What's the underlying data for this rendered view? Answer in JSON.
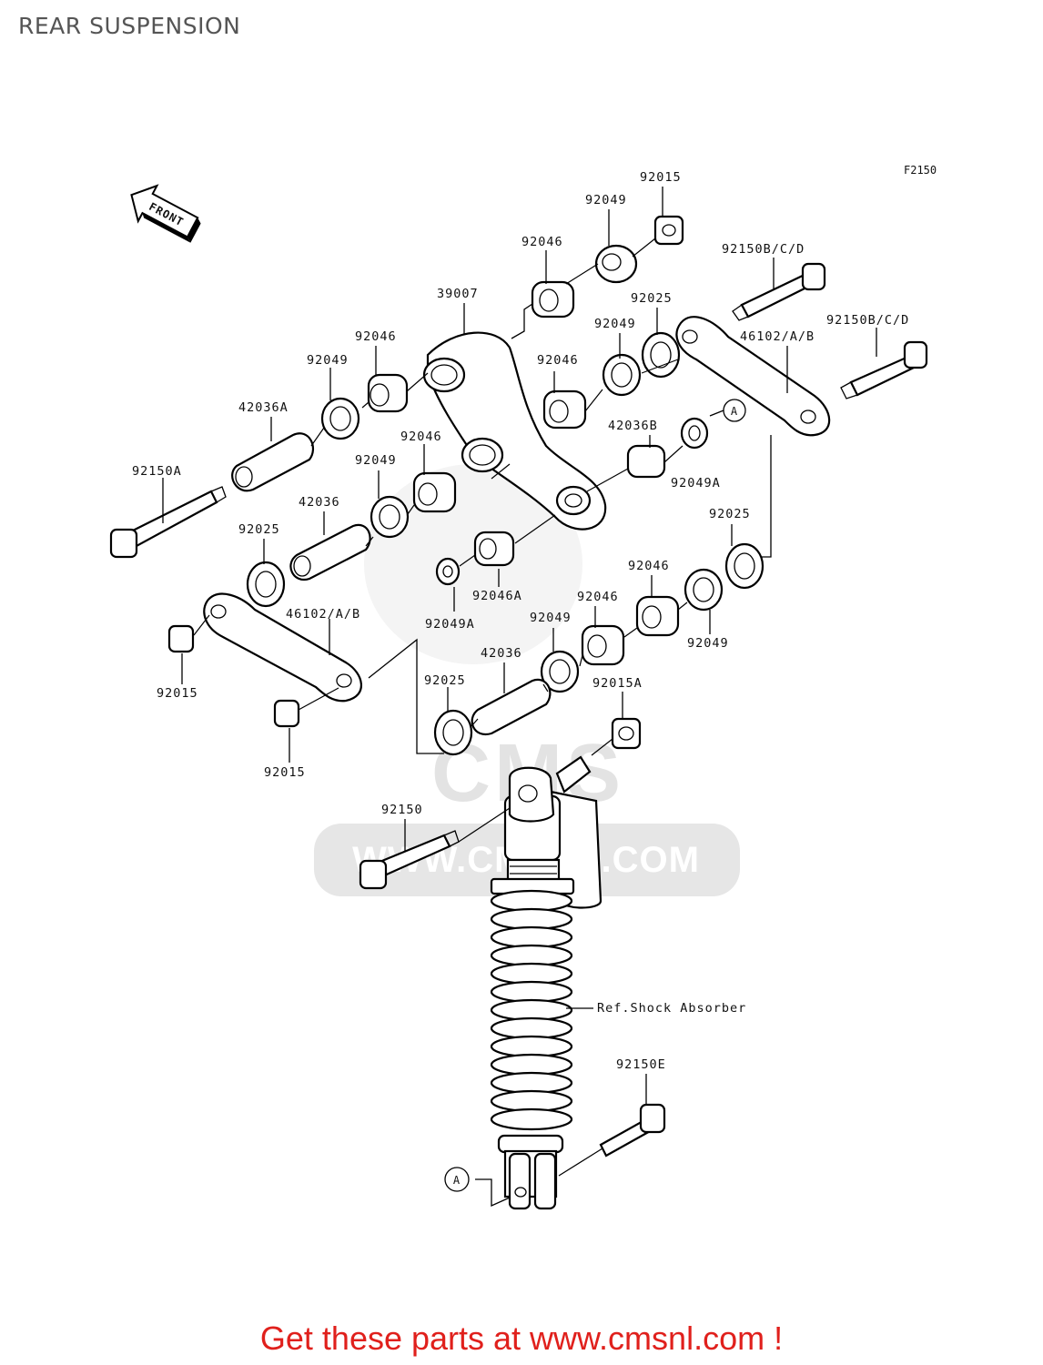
{
  "page": {
    "title": "REAR SUSPENSION",
    "figure_code": "F2150",
    "front_label": "FRONT",
    "watermark": "WWW.CMSNL.COM",
    "watermark_logo": "CMS",
    "promo_text": "Get these parts at www.cmsnl.com !"
  },
  "parts": {
    "p92015_top": "92015",
    "p92049_top": "92049",
    "p92046_top": "92046",
    "p92150bcd_a": "92150B/C/D",
    "p39007": "39007",
    "p92025_r1": "92025",
    "p92049_r1": "92049",
    "p92150bcd_b": "92150B/C/D",
    "p46102_r": "46102/A/B",
    "p92046_l1": "92046",
    "p92049_l1": "92049",
    "p92046_m1": "92046",
    "p42036a": "42036A",
    "p42036b": "42036B",
    "ref_a_top": "A",
    "p92046_m2": "92046",
    "p92049_m2": "92049",
    "p92049a_r": "92049A",
    "p92150a": "92150A",
    "p42036_l": "42036",
    "p92025_r2": "92025",
    "p92025_l": "92025",
    "p92046a": "92046A",
    "p92046_r2": "92046",
    "p46102_l": "46102/A/B",
    "p92049a_m": "92049A",
    "p92046_r3": "92046",
    "p92049_r3": "92049",
    "p92049_m3": "92049",
    "p42036_m": "42036",
    "p92015_l": "92015",
    "p92025_m": "92025",
    "p92015a": "92015A",
    "p92015_b": "92015",
    "p92150": "92150",
    "ref_shock": "Ref.Shock Absorber",
    "p92150e": "92150E",
    "ref_a_bottom": "A"
  }
}
